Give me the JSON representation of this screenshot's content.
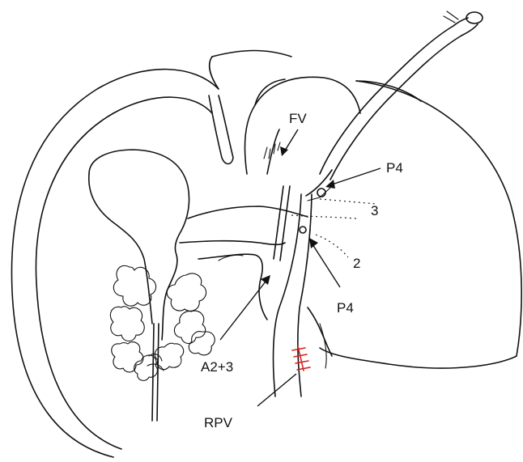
{
  "labels": {
    "fv": "FV",
    "p4_top": "P4",
    "segment_3": "3",
    "segment_2": "2",
    "p4_bottom": "P4",
    "a23": "A2+3",
    "rpv": "RPV"
  },
  "colors": {
    "ink": "#111111",
    "suture": "#d42020",
    "background": "#ffffff"
  }
}
